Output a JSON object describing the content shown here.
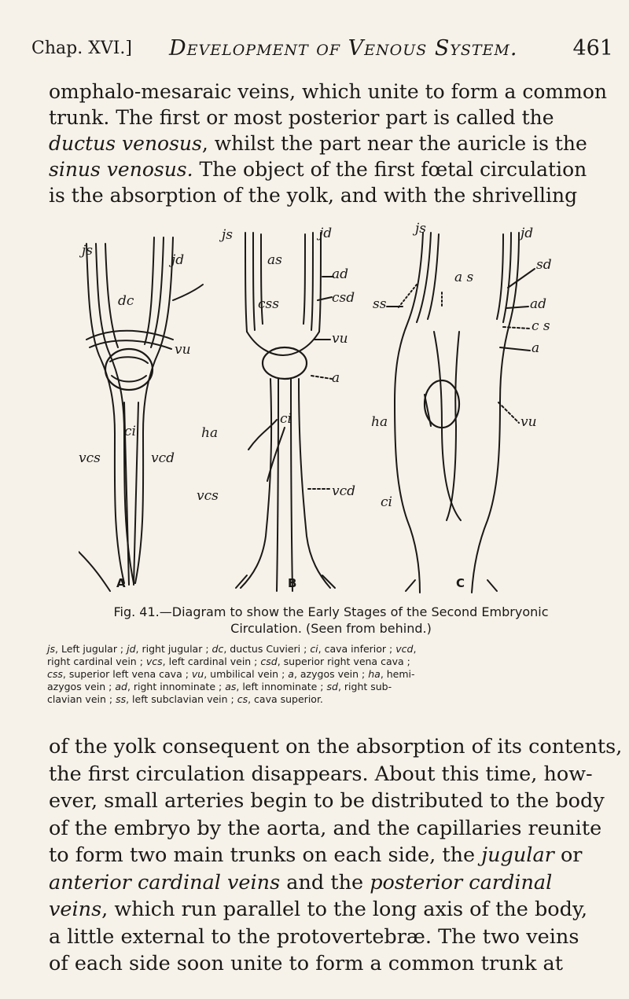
{
  "header": {
    "chapter": "Chap. XVI.]",
    "title": "Development of Venous System.",
    "page_number": "461"
  },
  "top_paragraph": [
    {
      "segments": [
        {
          "text": "omphalo-mesaraic veins, which unite to form a common"
        }
      ]
    },
    {
      "segments": [
        {
          "text": "trunk.  The first or most posterior part is called the"
        }
      ]
    },
    {
      "segments": [
        {
          "text": "ductus venosus",
          "italic": true
        },
        {
          "text": ", whilst the part near the auricle is the"
        }
      ]
    },
    {
      "segments": [
        {
          "text": "sinus venosus.",
          "italic": true
        },
        {
          "text": "  The object of the first fœtal circulation"
        }
      ]
    },
    {
      "segments": [
        {
          "text": "is the absorption of the yolk, and with the shrivelling"
        }
      ]
    }
  ],
  "figure": {
    "panel_letters": {
      "a": "A",
      "b": "B",
      "c": "C"
    },
    "labels": {
      "a_js": "js",
      "a_jd": "jd",
      "a_dc": "dc",
      "a_vu": "vu",
      "a_ci": "ci",
      "a_vcs": "vcs",
      "a_vcd": "vcd",
      "b_js": "js",
      "b_jd": "jd",
      "b_as": "as",
      "b_ad": "ad",
      "b_css": "css",
      "b_csd": "csd",
      "b_ci": "ci",
      "b_vu": "vu",
      "b_ha": "ha",
      "b_a": "a",
      "b_vcs": "vcs",
      "b_vcd": "vcd",
      "c_js": "js",
      "c_jd": "jd",
      "c_ss": "ss",
      "c_as": "a s",
      "c_sd": "sd",
      "c_ad": "ad",
      "c_cs": "c s",
      "c_a": "a",
      "c_vu": "vu",
      "c_ha": "ha",
      "c_ci": "ci"
    }
  },
  "caption": {
    "title_lines": [
      "Fig. 41.—Diagram to show the Early Stages of the Second Embryonic",
      "Circulation.  (Seen from behind.)"
    ],
    "legend_lines": [
      "js, Left jugular ; jd, right jugular ; dc, ductus Cuvieri ; ci, cava inferior ; vcd,",
      "right cardinal vein ; vcs, left cardinal  vein ; csd, superior right vena cava ;",
      "css, superior left vena cava ; vu, umbilical vein ; a, azygos vein ; ha, hemi-",
      "azygos vein ; ad, right innominate ; as, left innominate ; sd, right sub-",
      "clavian vein ; ss, left subclavian vein ; cs, cava superior."
    ]
  },
  "bottom_paragraph": [
    {
      "segments": [
        {
          "text": "of the yolk consequent on the absorption of its contents,"
        }
      ]
    },
    {
      "segments": [
        {
          "text": "the first circulation disappears.  About this time, how-"
        }
      ]
    },
    {
      "segments": [
        {
          "text": "ever, small arteries begin to be distributed to the body"
        }
      ]
    },
    {
      "segments": [
        {
          "text": "of the embryo by the aorta, and the capillaries reunite"
        }
      ]
    },
    {
      "segments": [
        {
          "text": "to form two main trunks on each side, the "
        },
        {
          "text": "jugular",
          "italic": true
        },
        {
          "text": " or"
        }
      ]
    },
    {
      "segments": [
        {
          "text": "anterior cardinal veins",
          "italic": true
        },
        {
          "text": " and the "
        },
        {
          "text": "posterior cardinal",
          "italic": true
        }
      ]
    },
    {
      "segments": [
        {
          "text": "veins",
          "italic": true
        },
        {
          "text": ", which run parallel to the long axis of the body,"
        }
      ]
    },
    {
      "segments": [
        {
          "text": "a little external to the protovertebræ.  The two veins"
        }
      ]
    },
    {
      "segments": [
        {
          "text": "of each side soon unite to form a common trunk at"
        }
      ]
    }
  ]
}
